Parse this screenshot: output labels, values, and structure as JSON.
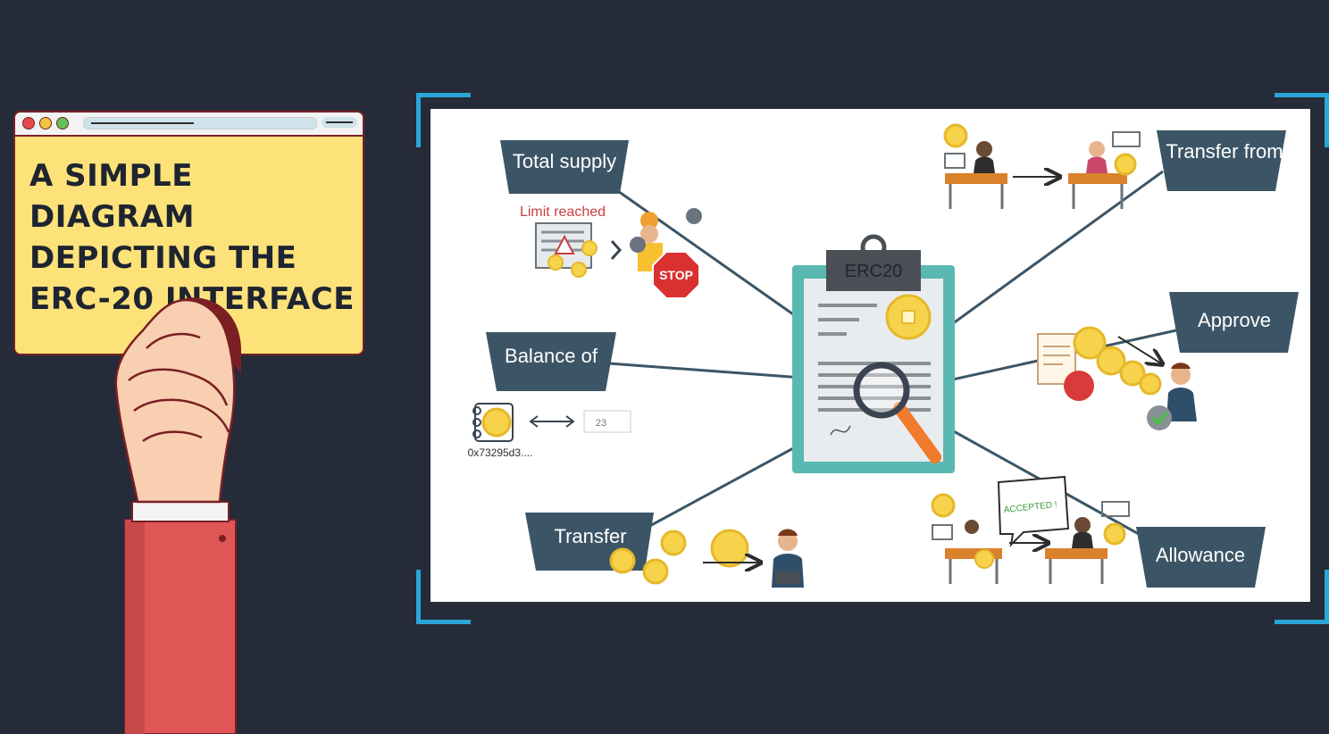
{
  "sign": {
    "title_lines": [
      "A SIMPLE DIAGRAM",
      "DEPICTING THE",
      "ERC-20 INTERFACE"
    ]
  },
  "diagram": {
    "center_label": "ERC20",
    "functions": {
      "total_supply": "Total supply",
      "balance_of": "Balance of",
      "transfer": "Transfer",
      "transfer_from": "Transfer from",
      "approve": "Approve",
      "allowance": "Allowance"
    },
    "limit_reached": "Limit reached",
    "stop_sign": "STOP",
    "address": "0x73295d3....",
    "balance_value": "23",
    "accepted": "ACCEPTED !"
  },
  "colors": {
    "background": "#252b38",
    "sign_yellow": "#fde27a",
    "frame_blue": "#2aa6d8",
    "node_slate": "#3c5566",
    "clipboard_teal": "#5ab8b3",
    "coin_gold": "#f6d34a",
    "sleeve_red": "#e05656"
  }
}
